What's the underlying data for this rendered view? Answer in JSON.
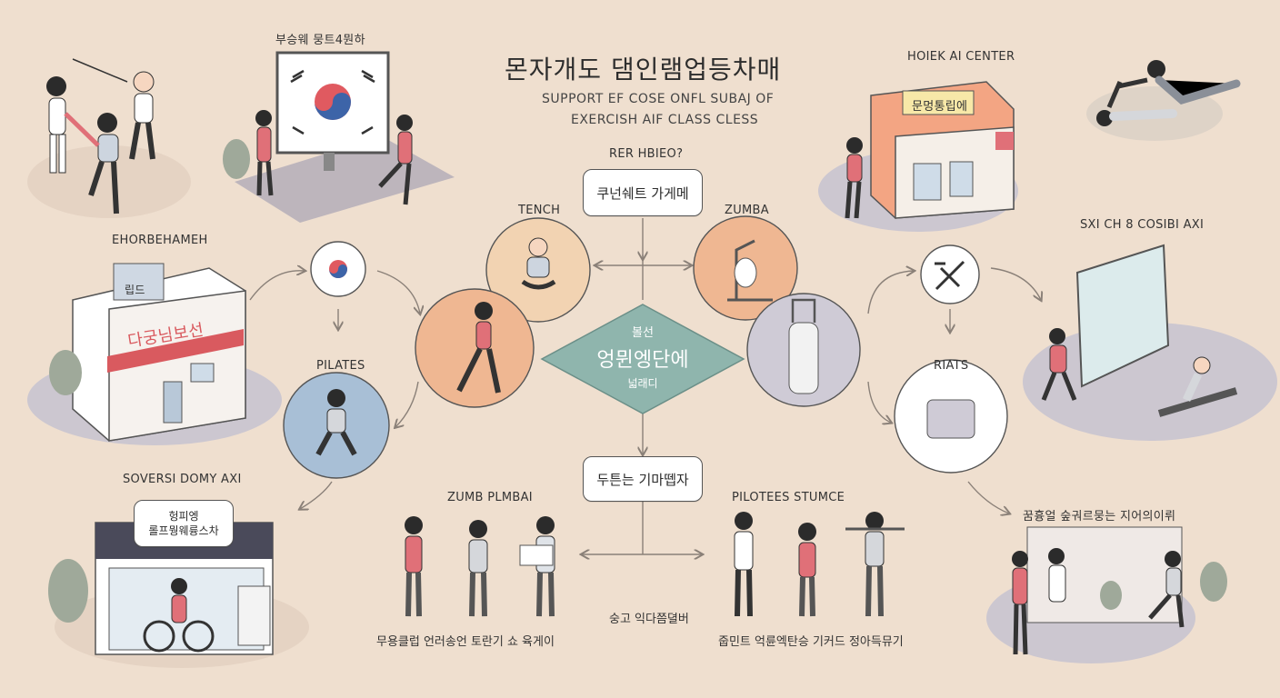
{
  "title": "몬자개도 댐인램업등차매",
  "subtitle_line1": "SUPPORT EF COSE ONFL SUBAJ OF",
  "subtitle_line2": "EXERCISH AIF CLASS CLESS",
  "center": {
    "top": "볼선",
    "main": "엉뮌엥단에",
    "bottom": "넓래디"
  },
  "top_question": "RER HBIEO?",
  "top_box": "쿠넌쉐트 가게메",
  "bottom_box": "두튼는 기마뗍자",
  "bottom_center_caption": "숭고 익다쯤뎔버",
  "labels": {
    "top_left_scene": "부승웨 뭉트4뭔하",
    "top_right_scene": "HOIEK AI CENTER",
    "left_building": "EHORBEHAMEH",
    "right_mirror": "SXI CH 8 COSIBI AXI",
    "pilates_left": "PILATES",
    "riats_right": "RIATS",
    "bottom_left_store": "SOVERSI DOMY AXI",
    "bottom_right_scene": "꿈흉얼 숲궈르뭉는 지어의이뤼",
    "tench": "TENCH",
    "zumba": "ZUMBA",
    "group_left": "ZUMB PLMBAI",
    "group_right": "PILOTEES STUMCE"
  },
  "captions": {
    "group_left": "무용클럽 언러송언 토란기 쇼 육게이",
    "group_right": "줍민트 억륜엑탄승 기커드 정아득뮤기"
  },
  "signs": {
    "left_building": "다궁님보선",
    "left_building_roof": "립드",
    "right_building": "문멍통립에",
    "store_line1": "헝피엥",
    "store_line2": "롤프뭥웨륭스차"
  },
  "icons": {
    "flag": "korean-flag-icon",
    "exercise_machine": "exercise-machine-icon",
    "weights": "weights-icon",
    "dumbbell_device": "dumbbell-device-icon",
    "water_bottle": "water-bottle-icon"
  },
  "colors": {
    "background": "#efdfcf",
    "diamond": "#8fb5ad",
    "peach": "#efb792",
    "peach_light": "#f2d3b2",
    "blue_circle": "#a8bfd6",
    "gray_circle": "#cfcbd6",
    "accent_red": "#e07078"
  }
}
